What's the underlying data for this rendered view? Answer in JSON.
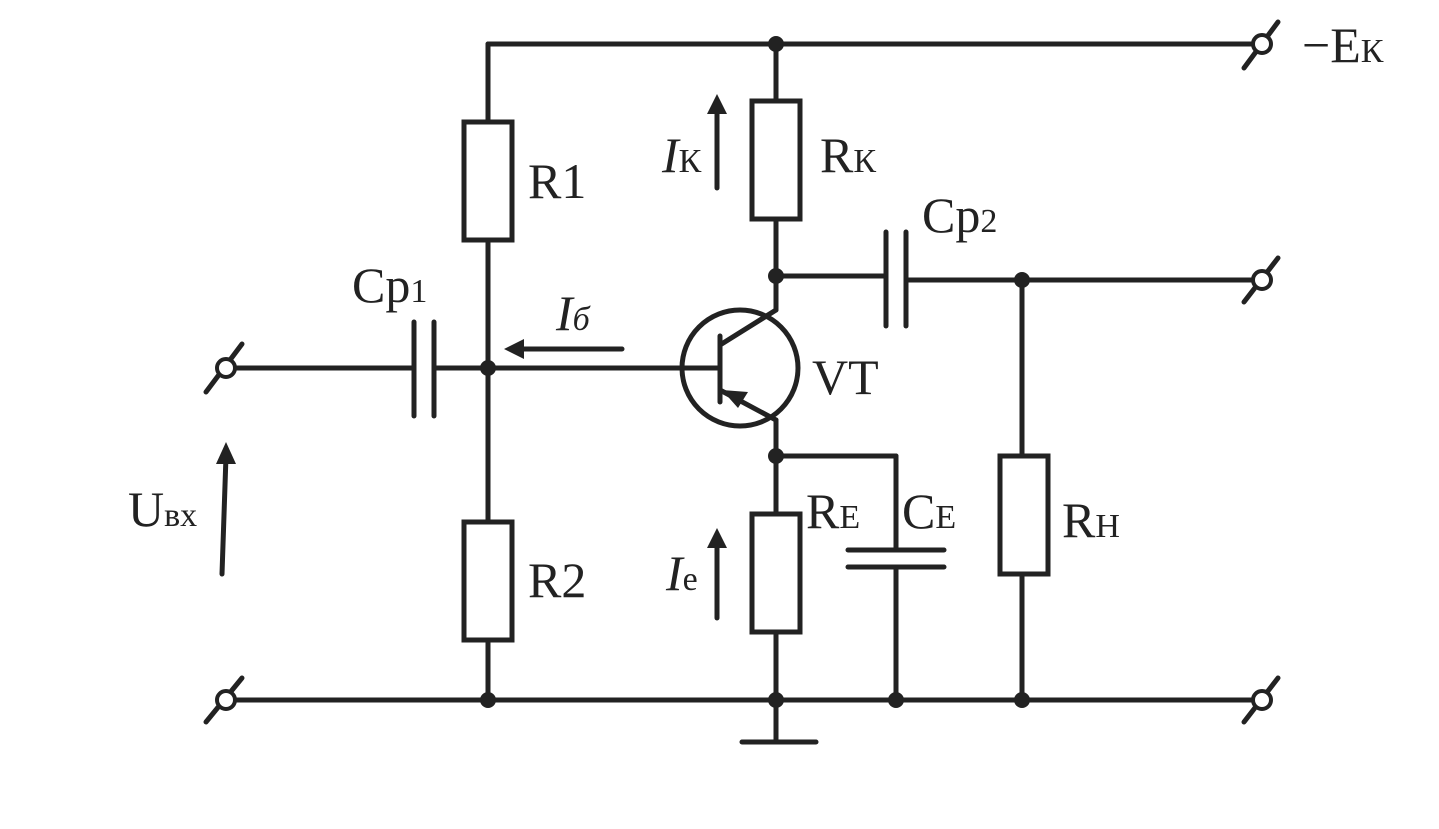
{
  "labels": {
    "supply": {
      "main": "−E",
      "sub": "К"
    },
    "r1": {
      "main": "R",
      "sub": "1"
    },
    "r2": {
      "main": "R",
      "sub": "2"
    },
    "rk": {
      "main": "R",
      "sub": "К"
    },
    "re": {
      "main": "R",
      "sub": "E"
    },
    "rh": {
      "main": "R",
      "sub": "Н"
    },
    "cp1": {
      "main": "Cp",
      "sub": "1"
    },
    "cp2": {
      "main": "Cp",
      "sub": "2"
    },
    "ce": {
      "main": "C",
      "sub": "E"
    },
    "vt": {
      "main": "VT"
    },
    "ik": {
      "main": "I",
      "sub": "К"
    },
    "ib": {
      "main": "I",
      "sub": "б"
    },
    "ie": {
      "main": "I",
      "sub": "e"
    },
    "uin": {
      "main": "U",
      "sub": "вх"
    }
  },
  "colors": {
    "ink": "#222222",
    "background": "#ffffff"
  }
}
